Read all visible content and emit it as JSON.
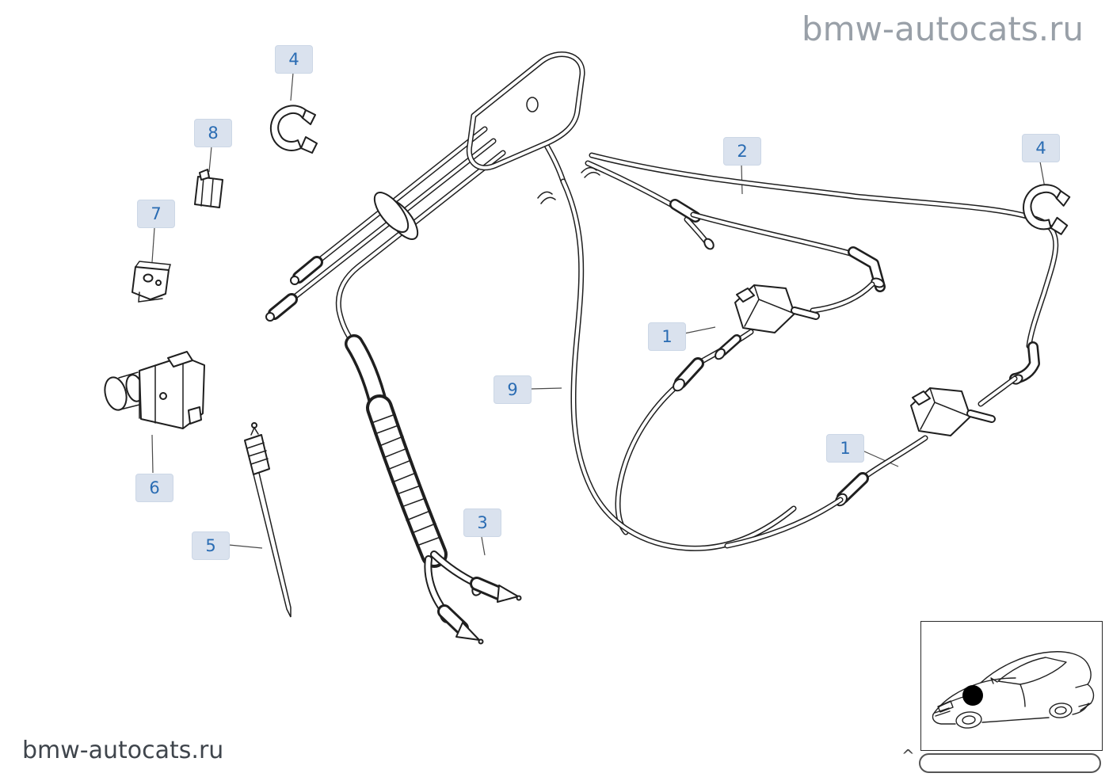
{
  "watermarks": {
    "top_right": "bmw-autocats.ru",
    "bottom_left": "bmw-autocats.ru"
  },
  "colors": {
    "callout_bg": "#dae2ee",
    "callout_text": "#2a6cb3",
    "line": "#1f1f1f",
    "watermark_top": "#99a0a8",
    "watermark_bottom": "#3f454c"
  },
  "callouts": [
    {
      "id": "callout-4-top-left",
      "label": "4"
    },
    {
      "id": "callout-8",
      "label": "8"
    },
    {
      "id": "callout-7",
      "label": "7"
    },
    {
      "id": "callout-2",
      "label": "2"
    },
    {
      "id": "callout-4-top-right",
      "label": "4"
    },
    {
      "id": "callout-1-upper",
      "label": "1"
    },
    {
      "id": "callout-9",
      "label": "9"
    },
    {
      "id": "callout-1-lower",
      "label": "1"
    },
    {
      "id": "callout-6",
      "label": "6"
    },
    {
      "id": "callout-5",
      "label": "5"
    },
    {
      "id": "callout-3",
      "label": "3"
    }
  ],
  "inset": {
    "nav_symbol": "^"
  }
}
